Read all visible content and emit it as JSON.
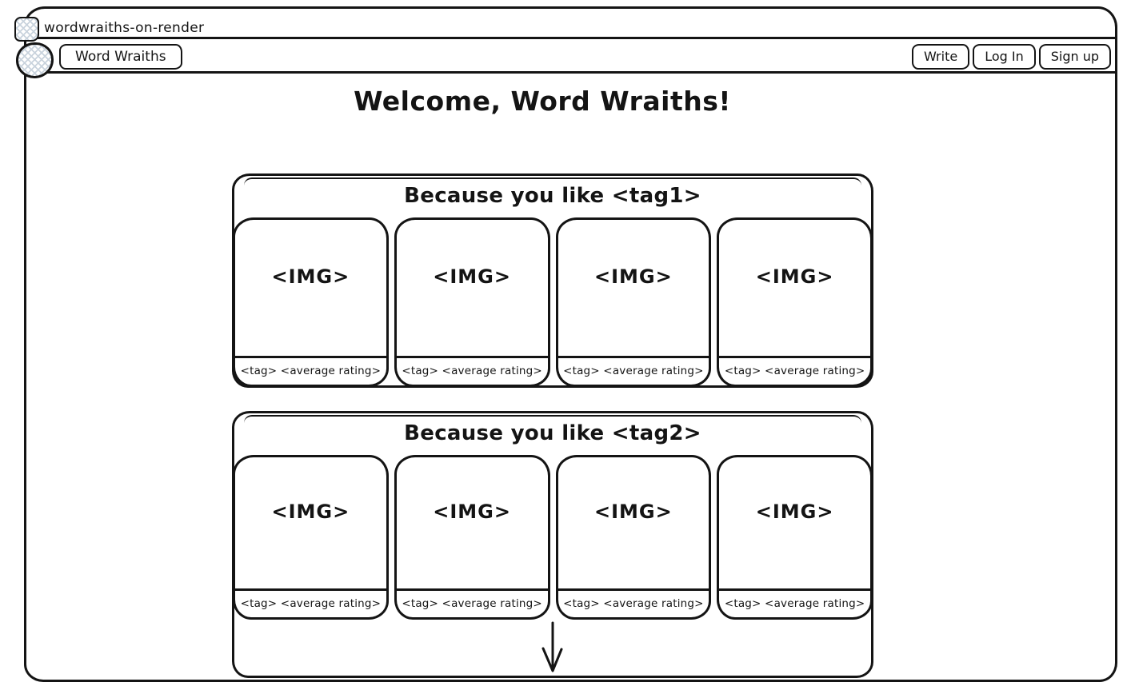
{
  "colors": {
    "stroke": "#141414",
    "hatch_fill": "#c9d3dd",
    "background": "#ffffff"
  },
  "browser": {
    "tab": {
      "favicon_icon": "hatched-square-placeholder",
      "title": "wordwraiths-on-render"
    }
  },
  "navbar": {
    "logo_icon": "hatched-circle-placeholder",
    "brand_button": "Word Wraiths",
    "write_button": "Write",
    "login_button": "Log In",
    "signup_button": "Sign up"
  },
  "main": {
    "welcome_heading": "Welcome, Word Wraiths!",
    "sections": [
      {
        "title": "Because you like <tag1>",
        "cards": [
          {
            "image_placeholder": "<IMG>",
            "meta": "<tag> <average rating>"
          },
          {
            "image_placeholder": "<IMG>",
            "meta": "<tag> <average rating>"
          },
          {
            "image_placeholder": "<IMG>",
            "meta": "<tag> <average rating>"
          },
          {
            "image_placeholder": "<IMG>",
            "meta": "<tag> <average rating>"
          }
        ]
      },
      {
        "title": "Because you like <tag2>",
        "cards": [
          {
            "image_placeholder": "<IMG>",
            "meta": "<tag> <average rating>"
          },
          {
            "image_placeholder": "<IMG>",
            "meta": "<tag> <average rating>"
          },
          {
            "image_placeholder": "<IMG>",
            "meta": "<tag> <average rating>"
          },
          {
            "image_placeholder": "<IMG>",
            "meta": "<tag> <average rating>"
          }
        ],
        "more_indicator_icon": "down-arrow"
      }
    ]
  }
}
